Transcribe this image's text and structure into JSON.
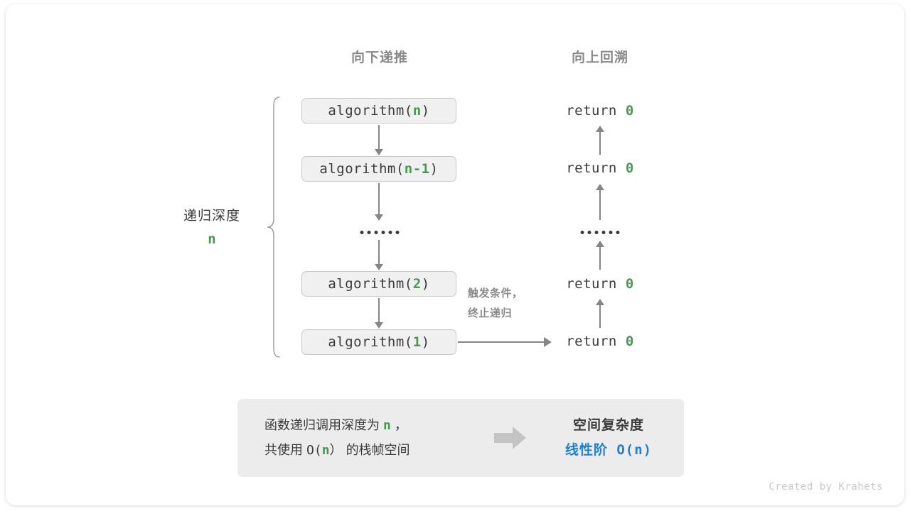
{
  "headers": {
    "down": "向下递推",
    "up": "向上回溯"
  },
  "calls": [
    {
      "prefix": "algorithm(",
      "arg": "n",
      "suffix": ")"
    },
    {
      "prefix": "algorithm(",
      "arg": "n-1",
      "suffix": ")"
    },
    {
      "prefix": "algorithm(",
      "arg": "2",
      "suffix": ")"
    },
    {
      "prefix": "algorithm(",
      "arg": "1",
      "suffix": ")"
    }
  ],
  "returns": [
    {
      "keyword": "return",
      "value": "0"
    },
    {
      "keyword": "return",
      "value": "0"
    },
    {
      "keyword": "return",
      "value": "0"
    },
    {
      "keyword": "return",
      "value": "0"
    }
  ],
  "depth": {
    "label": "递归深度",
    "value": "n"
  },
  "trigger_note": {
    "line1": "触发条件，",
    "line2": "终止递归"
  },
  "summary": {
    "left_line1_a": "函数递归调用深度为",
    "left_line1_hl": "n",
    "left_line1_b": "，",
    "left_line2_a": "共使用",
    "left_line2_hl_prefix": "O(",
    "left_line2_hl": "n",
    "left_line2_hl_suffix": "）",
    "left_line2_b": "的栈帧空间",
    "right_title": "空间复杂度",
    "right_value": "线性阶 O(n)"
  },
  "watermark": "Created by Krahets",
  "colors": {
    "accent_green": "#459a50",
    "accent_blue": "#1f80cf",
    "text_dark": "#3c3c3c",
    "text_gray": "#8a8a8a",
    "box_fill": "#f0f0f0",
    "box_border": "#c9c9c9",
    "panel_fill": "#ececec",
    "arrow_gray": "#858585"
  }
}
